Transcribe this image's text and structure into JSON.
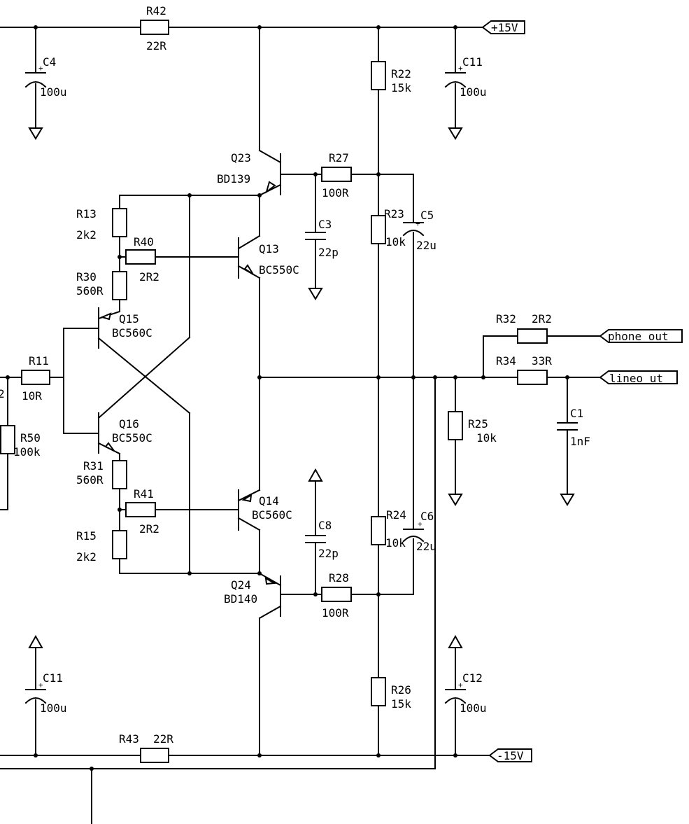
{
  "labels": {
    "R42": "R42",
    "R42v": "22R",
    "C4": "C4",
    "C4v": "100u",
    "C11a": "C11",
    "C11av": "100u",
    "R22": "R22",
    "R22v": "15k",
    "Q23": "Q23",
    "Q23t": "BD139",
    "R27": "R27",
    "R27v": "100R",
    "R13": "R13",
    "R13v": "2k2",
    "R40": "R40",
    "R40v": "2R2",
    "Q13": "Q13",
    "Q13t": "BC550C",
    "C3": "C3",
    "C3v": "22p",
    "R23": "R23",
    "R23v": "10k",
    "C5": "C5",
    "C5v": "22u",
    "R30": "R30",
    "R30v": "560R",
    "Q15": "Q15",
    "Q15t": "BC560C",
    "R11": "R11",
    "R11v": "10R",
    "R50": "R50",
    "R50v": "100k",
    "Q16": "Q16",
    "Q16t": "BC550C",
    "R31": "R31",
    "R31v": "560R",
    "R41": "R41",
    "R41v": "2R2",
    "Q14": "Q14",
    "Q14t": "BC560C",
    "R15": "R15",
    "R15v": "2k2",
    "C8": "C8",
    "C8v": "22p",
    "R24": "R24",
    "R24v": "10k",
    "C6": "C6",
    "C6v": "22u",
    "Q24": "Q24",
    "Q24t": "BD140",
    "R28": "R28",
    "R28v": "100R",
    "R25": "R25",
    "R25v": "10k",
    "R32": "R32",
    "R32v": "2R2",
    "R34": "R34",
    "R34v": "33R",
    "C1": "C1",
    "C1v": "1nF",
    "C11b": "C11",
    "C11bv": "100u",
    "R26": "R26",
    "R26v": "15k",
    "C12": "C12",
    "C12v": "100u",
    "R43": "R43",
    "R43v": "22R",
    "cut2": "2"
  },
  "ports": {
    "pos": "+15V",
    "neg": "-15V",
    "phone": "phone out",
    "line": "lineo ut"
  },
  "plus_mark": "+"
}
